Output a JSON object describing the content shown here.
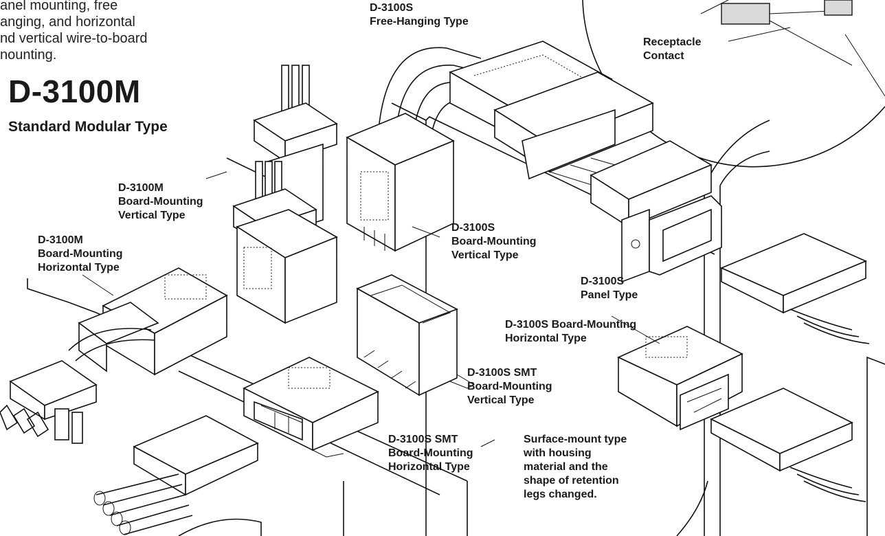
{
  "intro_lines": [
    "anel mounting, free",
    "anging, and horizontal",
    "nd vertical wire-to-board",
    "nounting."
  ],
  "series_title": "D-3100M",
  "series_subtitle": "Standard Modular Type",
  "labels": {
    "free_hanging": [
      "D-3100S",
      "Free-Hanging Type"
    ],
    "receptacle": [
      "Receptacle",
      "Contact"
    ],
    "m_vertical": [
      "D-3100M",
      "Board-Mounting",
      "Vertical Type"
    ],
    "m_horizontal": [
      "D-3100M",
      "Board-Mounting",
      "Horizontal Type"
    ],
    "s_vertical": [
      "D-3100S",
      "Board-Mounting",
      "Vertical Type"
    ],
    "s_panel": [
      "D-3100S",
      "Panel Type"
    ],
    "s_horizontal": [
      "D-3100S Board-Mounting",
      "Horizontal Type"
    ],
    "smt_vertical": [
      "D-3100S SMT",
      "Board-Mounting",
      "Vertical Type"
    ],
    "smt_horizontal": [
      "D-3100S SMT",
      "Board-Mounting",
      "Horizontal Type"
    ],
    "smt_note": [
      "Surface-mount type",
      "with housing",
      "material and the",
      "shape of retention",
      "legs changed."
    ]
  }
}
